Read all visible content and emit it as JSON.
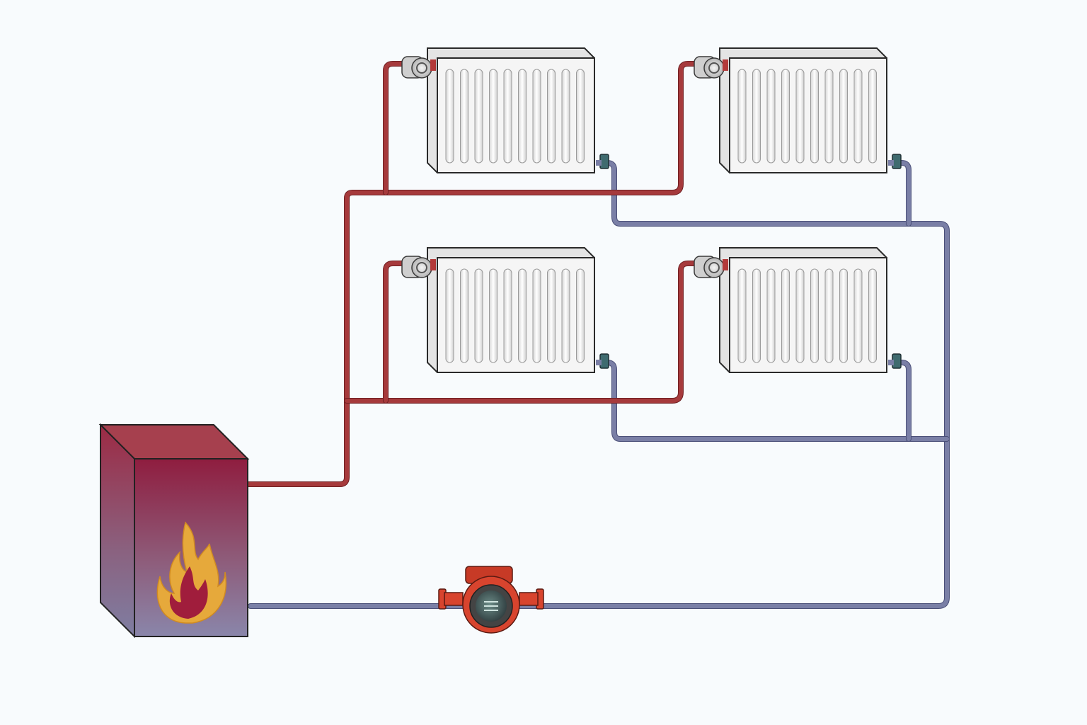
{
  "diagram": {
    "kind": "two-pipe heating system schematic",
    "components": {
      "boiler": {
        "icon": "flame-icon"
      },
      "pump": {
        "icon": "circulation-pump-icon"
      },
      "radiators": [
        {
          "id": "radiator-upper-left",
          "valve_icon": "thermostatic-valve-icon",
          "outlet_icon": "return-valve-icon"
        },
        {
          "id": "radiator-upper-right",
          "valve_icon": "thermostatic-valve-icon",
          "outlet_icon": "return-valve-icon"
        },
        {
          "id": "radiator-lower-left",
          "valve_icon": "thermostatic-valve-icon",
          "outlet_icon": "return-valve-icon"
        },
        {
          "id": "radiator-lower-right",
          "valve_icon": "thermostatic-valve-icon",
          "outlet_icon": "return-valve-icon"
        }
      ]
    },
    "colors": {
      "background": "#f8fbfd",
      "supply_pipe": "#a63a3c",
      "supply_pipe_edge": "#6f1f22",
      "return_pipe": "#7a7fa6",
      "return_pipe_edge": "#4a4f78",
      "boiler_top": "#a6404e",
      "boiler_front_top": "#8f1d3f",
      "boiler_front_bottom": "#8a86aa",
      "flame_outer": "#e6a93b",
      "flame_inner": "#a01d3c",
      "radiator_body": "#f3f3f3",
      "radiator_outline": "#2a2a2a",
      "pump_body": "#d8442e",
      "valve_body": "#d9d9d9"
    }
  }
}
